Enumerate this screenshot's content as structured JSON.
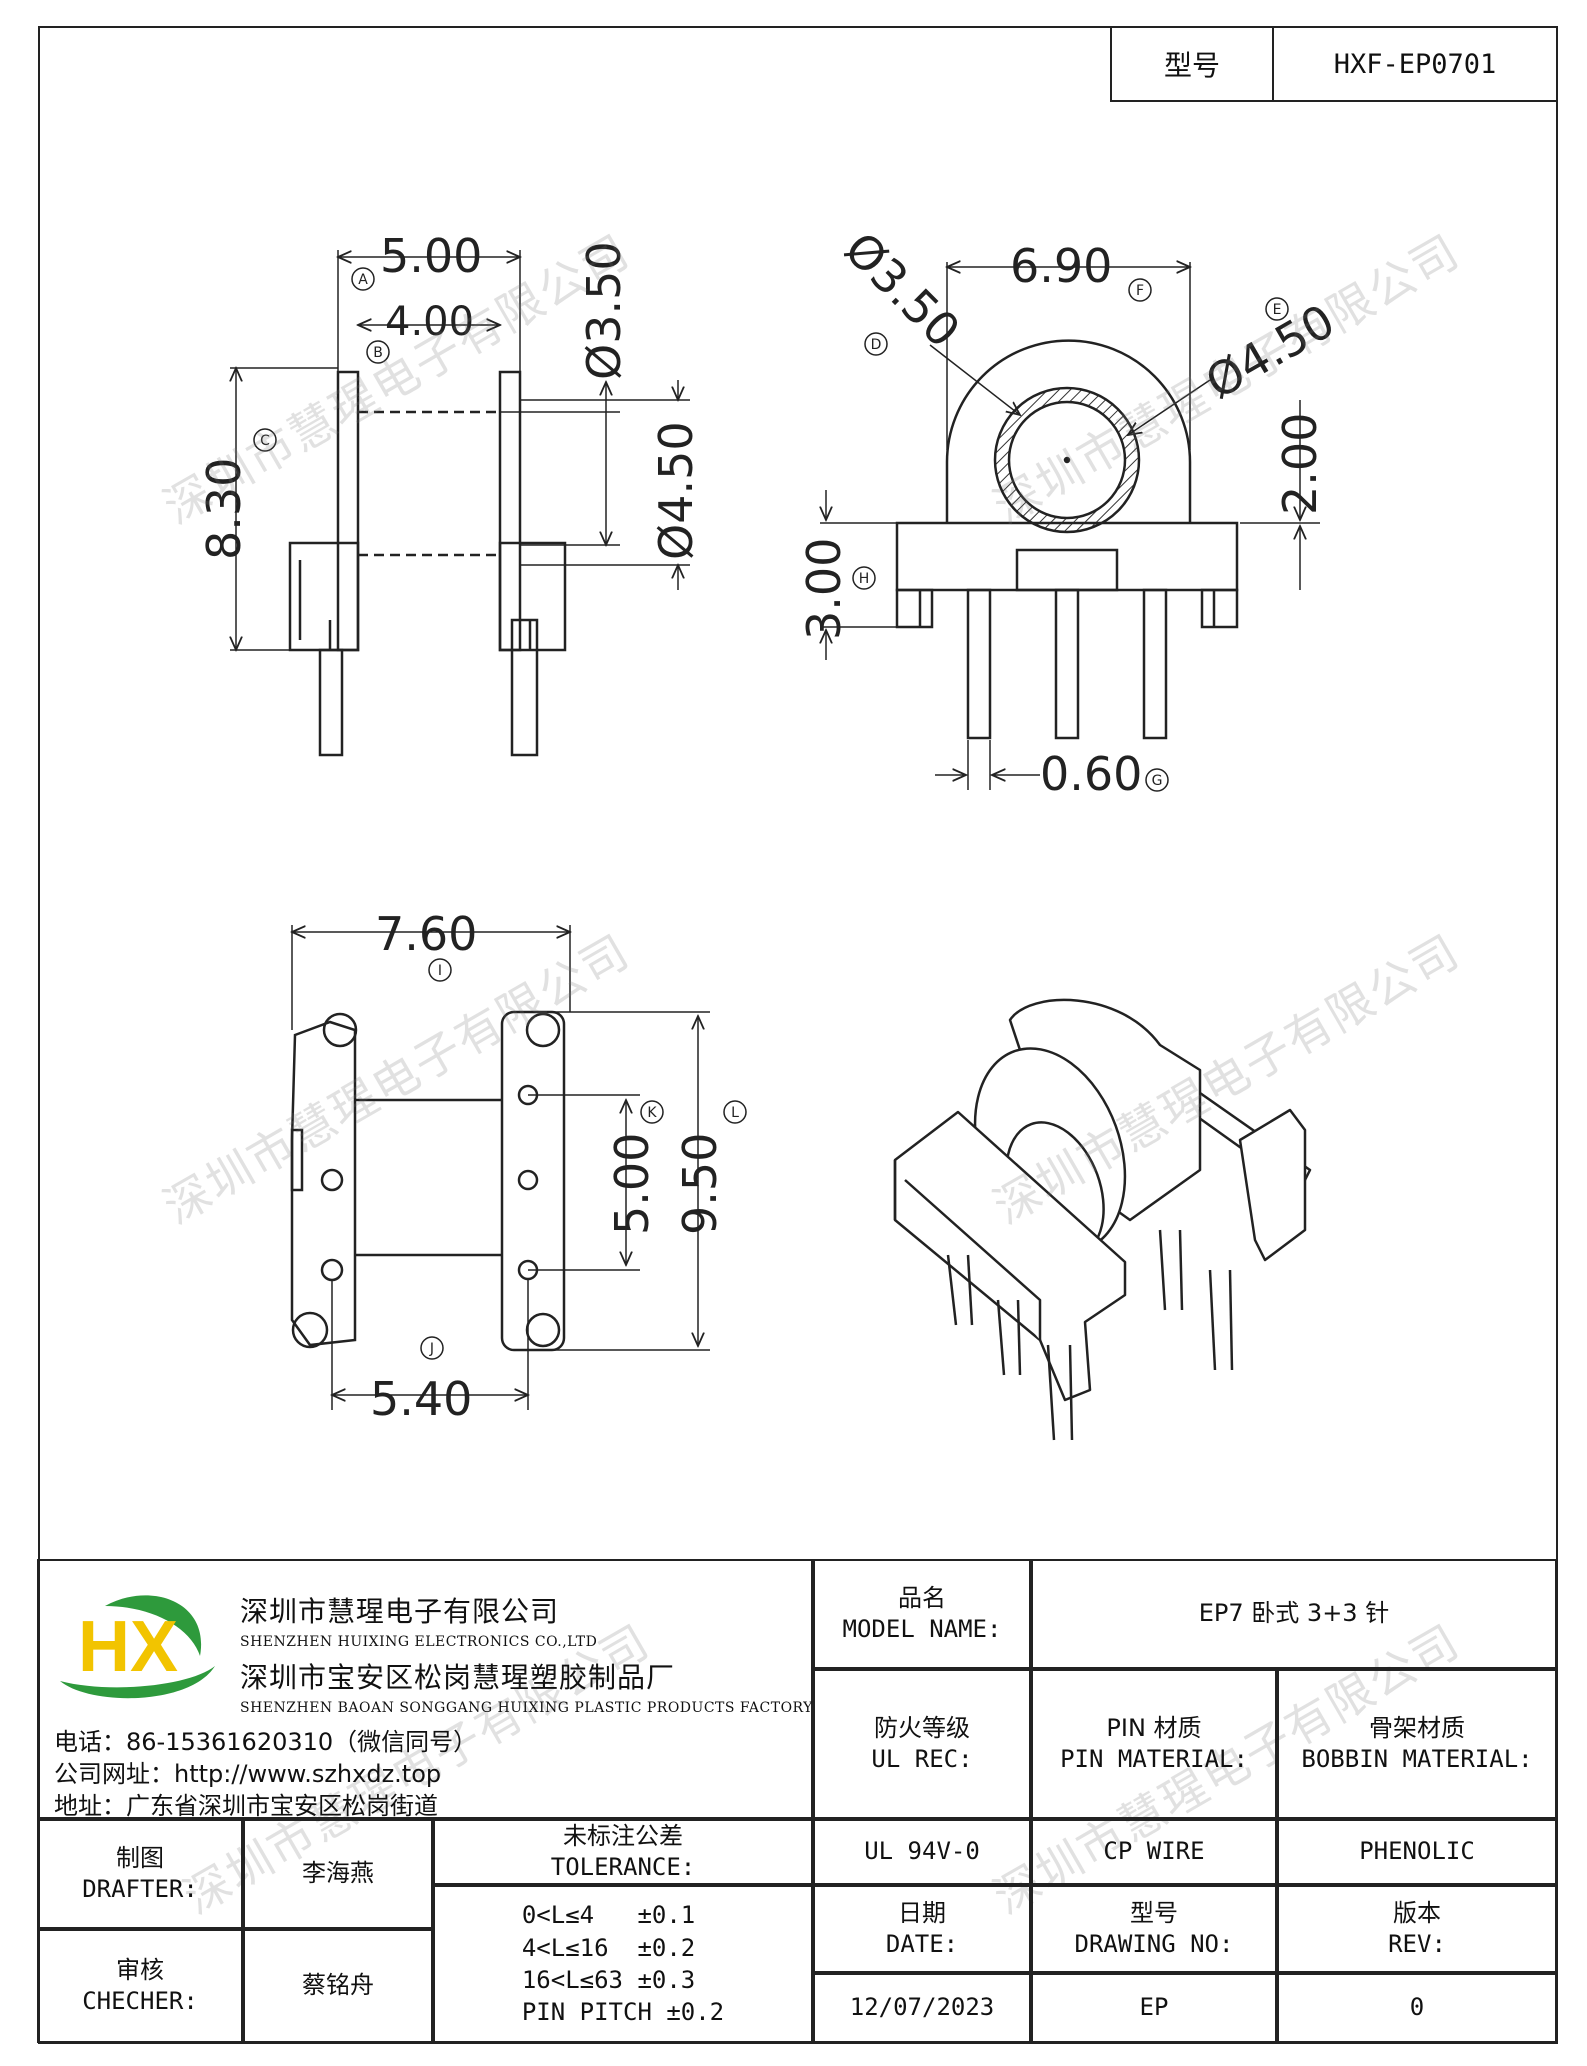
{
  "header": {
    "model_label": "型号",
    "model_value": "HXF-EP0701"
  },
  "watermark": "深圳市慧瑆电子有限公司",
  "dims": {
    "A": "A",
    "B": "B",
    "C": "C",
    "D": "D",
    "E": "E",
    "F": "F",
    "G": "G",
    "H": "H",
    "I": "I",
    "J": "J",
    "K": "K",
    "L": "L",
    "d500": "5.00",
    "d400": "4.00",
    "d830": "8.30",
    "phi350": "Ø3.50",
    "phi450": "Ø4.50",
    "d690": "6.90",
    "phi350b": "Ø3.50",
    "phi450b": "Ø4.50",
    "d200": "2.00",
    "d300": "3.00",
    "d060": "0.60",
    "d760": "7.60",
    "d500b": "5.00",
    "d950": "9.50",
    "d540": "5.40"
  },
  "company": {
    "logo": "HX",
    "name_cn": "深圳市慧瑆电子有限公司",
    "name_en": "SHENZHEN HUIXING ELECTRONICS CO.,LTD",
    "factory_cn": "深圳市宝安区松岗慧瑆塑胶制品厂",
    "factory_en": "SHENZHEN BAOAN SONGGANG HUIXING PLASTIC PRODUCTS FACTORY",
    "phone": "电话：86-15361620310（微信同号）",
    "website": "公司网址：http://www.szhxdz.top",
    "address": "地址：广东省深圳市宝安区松岗街道"
  },
  "title_block": {
    "model_name_cn": "品名",
    "model_name_en": "MODEL NAME:",
    "model_name_value": "EP7 卧式 3+3 针",
    "ul_rec_cn": "防火等级",
    "ul_rec_en": "UL REC:",
    "ul_rec_value": "UL 94V-0",
    "pin_material_cn": "PIN 材质",
    "pin_material_en": "PIN MATERIAL:",
    "pin_material_value": "CP WIRE",
    "bobbin_material_cn": "骨架材质",
    "bobbin_material_en": "BOBBIN MATERIAL:",
    "bobbin_material_value": "PHENOLIC",
    "drafter_cn": "制图",
    "drafter_en": "DRAFTER:",
    "drafter_value": "李海燕",
    "checker_cn": "审核",
    "checker_en": "CHECHER:",
    "checker_value": "蔡铭舟",
    "tolerance_cn": "未标注公差",
    "tolerance_en": "TOLERANCE:",
    "tolerances": [
      "0<L≤4   ±0.1",
      "4<L≤16  ±0.2",
      "16<L≤63 ±0.3",
      "PIN PITCH ±0.2"
    ],
    "date_cn": "日期",
    "date_en": "DATE:",
    "date_value": "12/07/2023",
    "drawing_no_cn": "型号",
    "drawing_no_en": "DRAWING NO:",
    "drawing_no_value": "EP",
    "rev_cn": "版本",
    "rev_en": "REV:",
    "rev_value": "0"
  },
  "colors": {
    "line": "#222222",
    "logo_green": "#2e9a3c",
    "logo_yellow": "#f2c400"
  }
}
